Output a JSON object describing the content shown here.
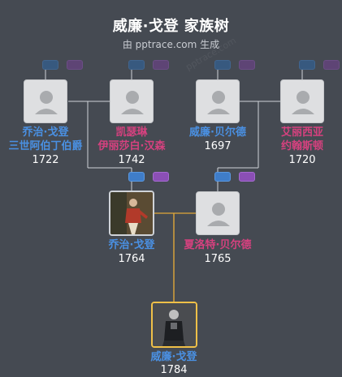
{
  "header": {
    "title": "威廉·戈登 家族树",
    "subtitle": "由 pptrace.com 生成"
  },
  "people": {
    "p1": {
      "name1": "乔治·戈登",
      "name2": "三世阿伯丁伯爵",
      "year": "1722"
    },
    "p2": {
      "name1": "凯瑟琳",
      "name2": "伊丽莎白·汉森",
      "year": "1742"
    },
    "p3": {
      "name1": "威廉·贝尔德",
      "name2": "",
      "year": "1697"
    },
    "p4": {
      "name1": "艾丽西亚",
      "name2": "约翰斯顿",
      "year": "1720"
    },
    "p5": {
      "name1": "乔治·戈登",
      "name2": "",
      "year": "1764"
    },
    "p6": {
      "name1": "夏洛特·贝尔德",
      "name2": "",
      "year": "1765"
    },
    "p7": {
      "name1": "威廉·戈登",
      "name2": "",
      "year": "1784"
    }
  },
  "colors": {
    "male": "#4a90e2",
    "female": "#d6417f",
    "line": "#cfd3d8",
    "focus_line": "#e0a83a"
  }
}
